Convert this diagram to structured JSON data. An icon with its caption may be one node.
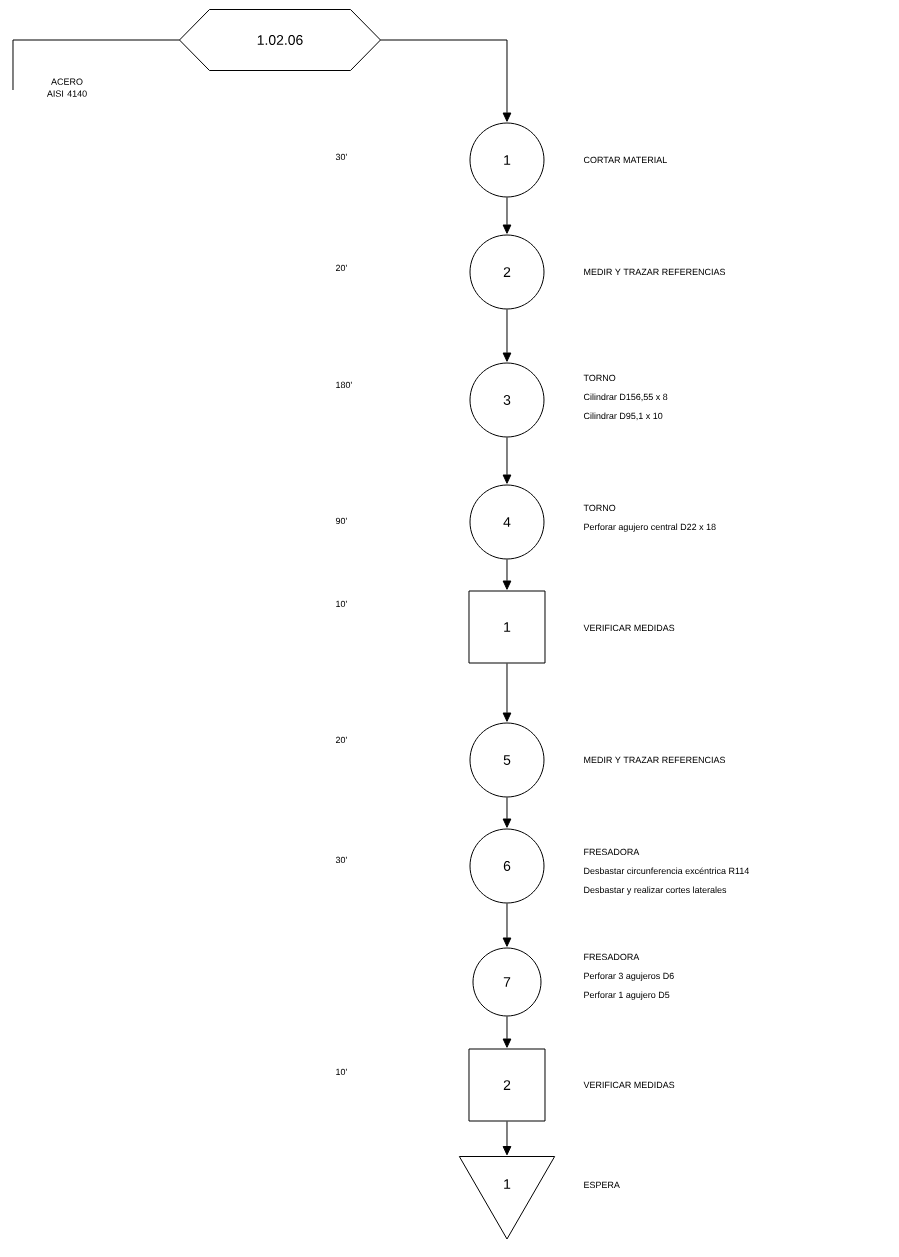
{
  "diagram": {
    "nodes": [
      {
        "text": [
          "1.02.06"
        ]
      },
      {
        "text": [
          "1"
        ]
      },
      {
        "text": [
          "2"
        ]
      },
      {
        "text": [
          "3"
        ],
        "beside": [
          "TORNO",
          "Cilindrar D156,55 x 8",
          "Cilindrar D95,1 x 10"
        ]
      },
      {
        "text": [
          "4"
        ],
        "beside": [
          "TORNO",
          "Perforar agujero central D22 x 18"
        ]
      },
      {
        "text": [
          "1"
        ]
      },
      {
        "text": [
          "5"
        ]
      },
      {
        "text": [
          "6"
        ],
        "beside": [
          "FRESADORA",
          "Desbastar circunferencia excéntrica R114",
          "Desbastar y realizar cortes laterales"
        ]
      },
      {
        "text": [
          "7"
        ],
        "beside": [
          "FRESADORA",
          "Perforar 3 agujeros D6",
          "Perforar 1 agujero D5"
        ]
      },
      {
        "text": [
          "2"
        ]
      },
      {
        "text": [
          "1"
        ],
        "beside": [
          "ESPERA"
        ]
      }
    ],
    "edges": [
      {
        "from": null,
        "to": 0,
        "arrow": "none",
        "label": "ACERO AISI 4140"
      },
      {
        "from": 0,
        "to": 1,
        "arrow": "to"
      },
      {
        "from": 1,
        "to": 2,
        "arrow": "to"
      },
      {
        "from": 2,
        "to": 3,
        "arrow": "to"
      },
      {
        "from": 3,
        "to": 4,
        "arrow": "to"
      },
      {
        "from": 4,
        "to": 5,
        "arrow": "to"
      },
      {
        "from": 5,
        "to": 6,
        "arrow": "to"
      },
      {
        "from": 6,
        "to": 7,
        "arrow": "to"
      },
      {
        "from": 7,
        "to": 8,
        "arrow": "to"
      },
      {
        "from": 8,
        "to": 9,
        "arrow": "to"
      },
      {
        "from": 9,
        "to": 10,
        "arrow": "to"
      }
    ],
    "labels": [
      "30'",
      "CORTAR MATERIAL",
      "20'",
      "MEDIR Y TRAZAR REFERENCIAS",
      "180'",
      "90'",
      "10'",
      "VERIFICAR MEDIDAS",
      "20'",
      "MEDIR Y TRAZAR REFERENCIAS",
      "30'",
      "10'",
      "VERIFICAR MEDIDAS"
    ]
  }
}
